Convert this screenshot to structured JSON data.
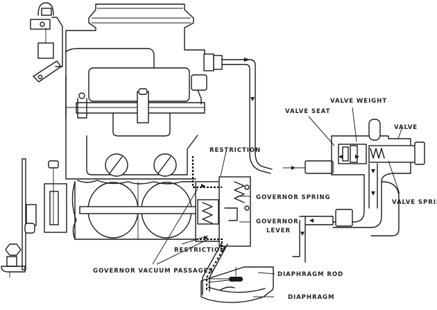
{
  "diagram": {
    "subject": "Carburetor with governor valve and vacuum diaphragm",
    "labels": {
      "valve_weight": "VALVE WEIGHT",
      "valve_seat": "VALVE SEAT",
      "valve": "VALVE",
      "restriction_top": "RESTRICTION",
      "governor_spring": "GOVERNOR SPRING",
      "valve_spring": "VALVE SPRING",
      "governor_lever_line1": "GOVERNOR",
      "governor_lever_line2": "LEVER",
      "restriction_bottom": "RESTRICTION",
      "governor_vacuum_passages": "GOVERNOR VACUUM PASSAGES",
      "diaphragm_rod": "DIAPHRAGM ROD",
      "diaphragm": "DIAPHRAGM"
    }
  }
}
